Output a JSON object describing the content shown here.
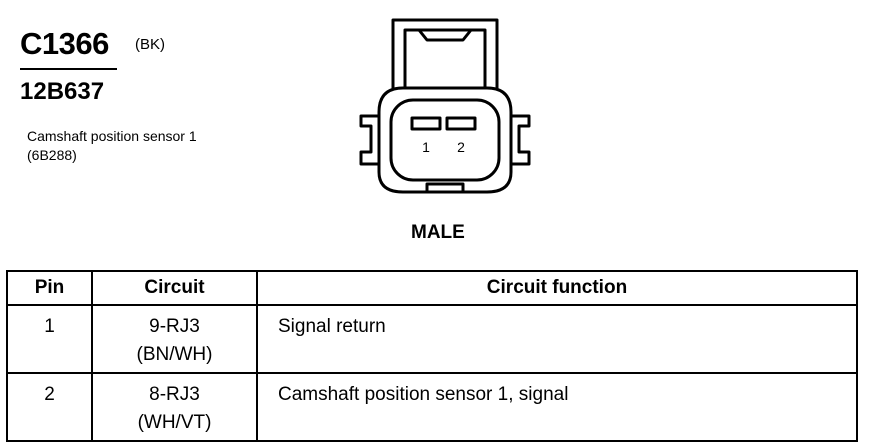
{
  "connector": {
    "id": "C1366",
    "color": "(BK)",
    "part_number": "12B637",
    "description": "Camshaft position sensor 1 (6B288)",
    "gender": "MALE",
    "pin_labels": [
      "1",
      "2"
    ]
  },
  "table": {
    "headers": {
      "pin": "Pin",
      "circuit": "Circuit",
      "function": "Circuit function"
    },
    "rows": [
      {
        "pin": "1",
        "circuit": "9-RJ3",
        "wire_color": "(BN/WH)",
        "function": "Signal return"
      },
      {
        "pin": "2",
        "circuit": "8-RJ3",
        "wire_color": "(WH/VT)",
        "function": "Camshaft position sensor 1, signal"
      }
    ]
  }
}
